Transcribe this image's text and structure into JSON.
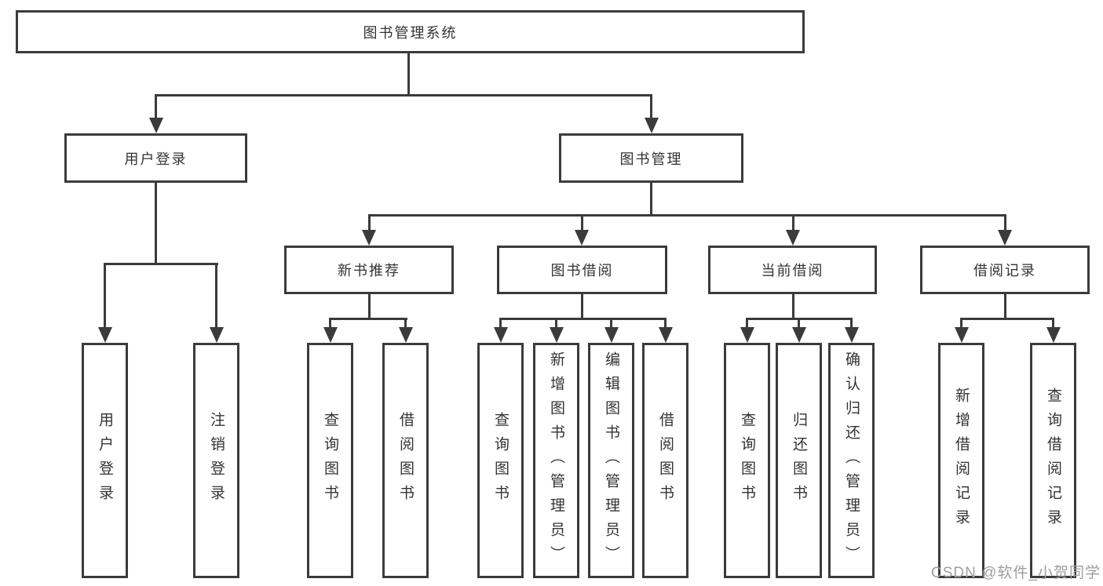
{
  "colors": {
    "line": "#3b3b3b",
    "text": "#333333",
    "watermark": "#9e9e9e",
    "background": "#ffffff"
  },
  "tree": {
    "root": "图书管理系统",
    "branches": [
      {
        "label": "用户登录",
        "leaves": [
          "用户登录",
          "注销登录"
        ]
      },
      {
        "label": "图书管理",
        "groups": [
          {
            "label": "新书推荐",
            "leaves": [
              "查询图书",
              "借阅图书"
            ]
          },
          {
            "label": "图书借阅",
            "leaves": [
              "查询图书",
              "新增图书（管理员）",
              "编辑图书（管理员）",
              "借阅图书"
            ]
          },
          {
            "label": "当前借阅",
            "leaves": [
              "查询图书",
              "归还图书",
              "确认归还（管理员）"
            ]
          },
          {
            "label": "借阅记录",
            "leaves": [
              "新增借阅记录",
              "查询借阅记录"
            ]
          }
        ]
      }
    ]
  },
  "watermark": "CSDN @软件_小贺同学"
}
